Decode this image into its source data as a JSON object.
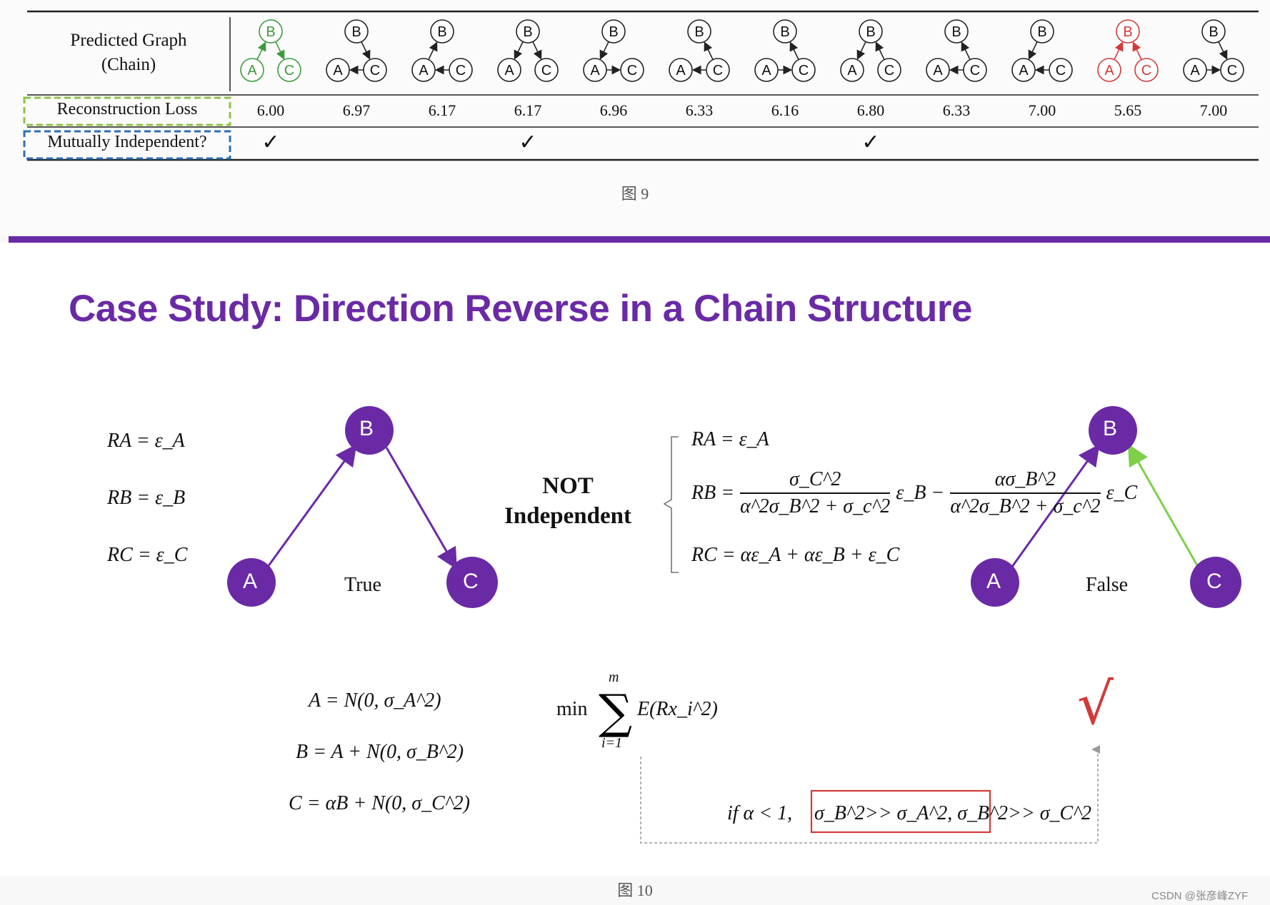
{
  "figure9": {
    "header_label": [
      "Predicted Graph",
      "(Chain)"
    ],
    "row_loss_label": "Reconstruction Loss",
    "row_indep_label": "Mutually Independent?",
    "node_labels": [
      "A",
      "B",
      "C"
    ],
    "losses": [
      "6.00",
      "6.97",
      "6.17",
      "6.17",
      "6.96",
      "6.33",
      "6.16",
      "6.80",
      "6.33",
      "7.00",
      "5.65",
      "7.00"
    ],
    "independent": [
      "✓",
      "",
      "",
      "✓",
      "",
      "",
      "",
      "✓",
      "",
      "",
      "",
      ""
    ],
    "highlight_colors": {
      "green": "#3c9a3c",
      "red": "#d23a3a",
      "black": "#222222"
    },
    "caption": "图 9"
  },
  "slide": {
    "title": "Case Study: Direction Reverse in a Chain Structure",
    "true_graph": {
      "nodes": [
        "A",
        "B",
        "C"
      ],
      "label": "True"
    },
    "false_graph": {
      "nodes": [
        "A",
        "B",
        "C"
      ],
      "label": "False"
    },
    "left_equations": [
      "RA = ε_A",
      "RB = ε_B",
      "RC = ε_C"
    ],
    "not_independent": [
      "NOT",
      "Independent"
    ],
    "right_equations": {
      "ra": "RA = ε_A",
      "rb_prefix": "RB =",
      "rb_frac1_num": "σ_C^2",
      "rb_frac1_den": "α^2σ_B^2 + σ_c^2",
      "rb_mid": "ε_B −",
      "rb_frac2_num": "ασ_B^2",
      "rb_frac2_den": "α^2σ_B^2 + σ_c^2",
      "rb_suffix": "ε_C",
      "rc": "RC = αε_A + αε_B + ε_C"
    },
    "generative": [
      "A = N(0, σ_A^2)",
      "B = A + N(0, σ_B^2)",
      "C = αB + N(0, σ_C^2)"
    ],
    "objective": {
      "min": "min",
      "sum_top": "m",
      "sum_bottom": "i=1",
      "body": "E(Rx_i^2)"
    },
    "condition_prefix": "if α < 1,",
    "condition_box": "σ_B^2>> σ_A^2, σ_B^2>> σ_C^2",
    "checkmark": "√",
    "colors": {
      "purple": "#6a2aa6",
      "green_arrow": "#7ed04b",
      "red": "#d23a3a"
    }
  },
  "figure10_caption": "图 10",
  "watermark": "CSDN @张彦峰ZYF"
}
